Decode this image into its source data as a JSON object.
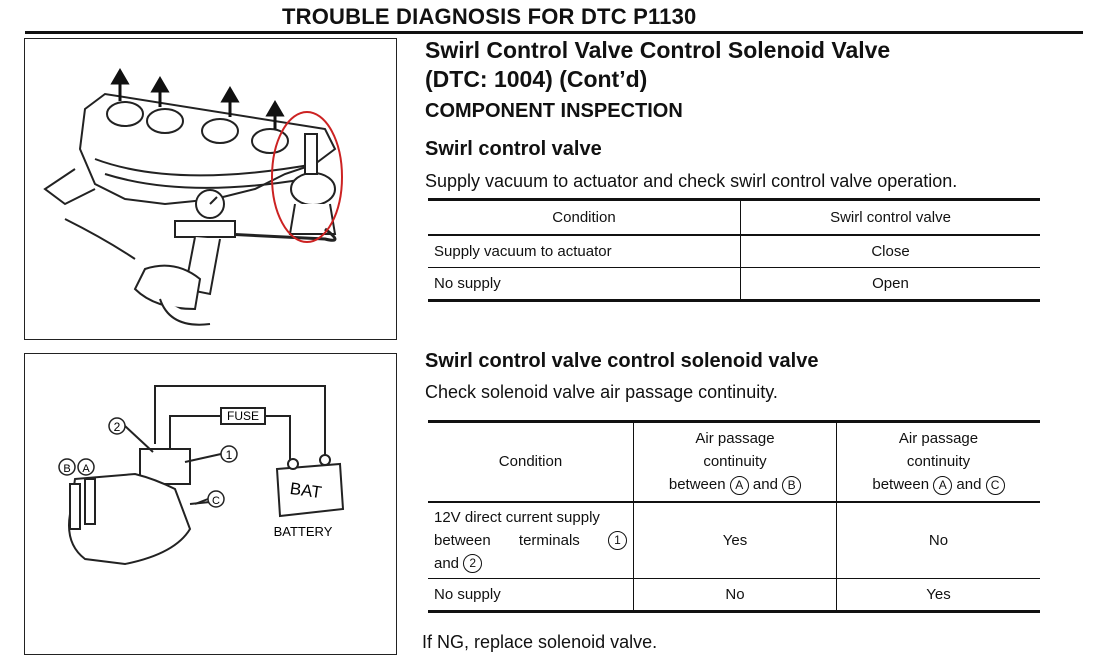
{
  "page": {
    "header": "TROUBLE DIAGNOSIS FOR DTC P1130",
    "heading_line1": "Swirl Control Valve Control Solenoid Valve",
    "heading_line2": "(DTC: 1004) (Cont’d)",
    "section": "COMPONENT INSPECTION",
    "footer_note": "If NG, replace solenoid valve."
  },
  "part1": {
    "title": "Swirl control valve",
    "instruction": "Supply vacuum to actuator and check swirl control valve operation.",
    "columns": [
      "Condition",
      "Swirl control valve"
    ],
    "rows": [
      [
        "Supply vacuum to actuator",
        "Close"
      ],
      [
        "No supply",
        "Open"
      ]
    ]
  },
  "part2": {
    "title": "Swirl control valve control solenoid valve",
    "instruction": "Check solenoid valve air passage continuity.",
    "col_condition": "Condition",
    "col2_line1": "Air passage",
    "col2_line2": "continuity",
    "col2_between": "between",
    "col2_and": "and",
    "col2_a": "A",
    "col2_b": "B",
    "col3_line1": "Air passage",
    "col3_line2": "continuity",
    "col3_between": "between",
    "col3_and": "and",
    "col3_a": "A",
    "col3_c": "C",
    "row1_cond_line1": "12V direct current supply",
    "row1_cond_between": "between",
    "row1_cond_terminals": "terminals",
    "row1_cond_t1": "1",
    "row1_cond_and": "and",
    "row1_cond_t2": "2",
    "row1_val1": "Yes",
    "row1_val2": "No",
    "row2_cond": "No supply",
    "row2_val1": "No",
    "row2_val2": "Yes"
  },
  "figure2": {
    "fuse_label": "FUSE",
    "bat_label": "BAT",
    "battery_caption": "BATTERY",
    "term_1": "1",
    "term_2": "2",
    "port_a": "A",
    "port_b": "B",
    "port_c": "C"
  },
  "colors": {
    "highlight_circle": "#cc2222"
  }
}
